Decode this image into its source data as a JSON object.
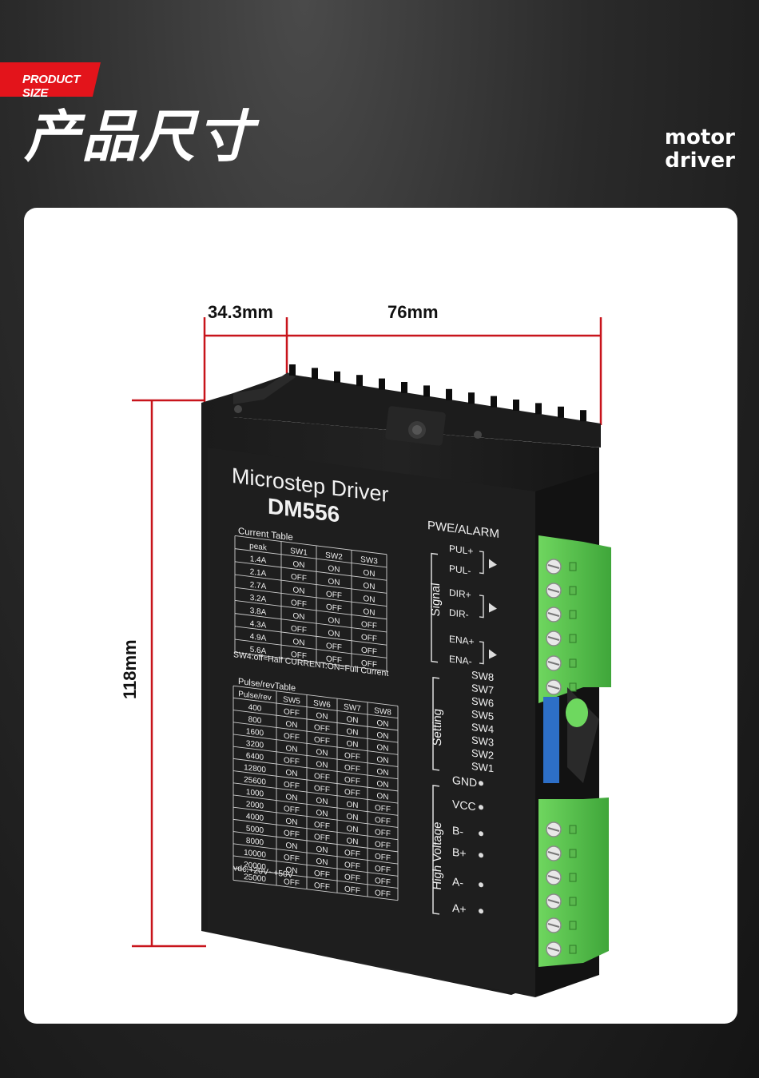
{
  "header": {
    "tag": "PRODUCT SIZE",
    "title": "产品尺寸",
    "side_line1": "motor",
    "side_line2": "driver"
  },
  "dimensions": {
    "width_small": "34.3mm",
    "width_large": "76mm",
    "height": "118mm"
  },
  "device": {
    "title": "Microstep Driver",
    "model": "DM556",
    "status": "PWE/ALARM",
    "current_table": {
      "caption": "Current Table",
      "headers": [
        "peak",
        "SW1",
        "SW2",
        "SW3"
      ],
      "rows": [
        [
          "1.4A",
          "ON",
          "ON",
          "ON"
        ],
        [
          "2.1A",
          "OFF",
          "ON",
          "ON"
        ],
        [
          "2.7A",
          "ON",
          "OFF",
          "ON"
        ],
        [
          "3.2A",
          "OFF",
          "OFF",
          "ON"
        ],
        [
          "3.8A",
          "ON",
          "ON",
          "OFF"
        ],
        [
          "4.3A",
          "OFF",
          "ON",
          "OFF"
        ],
        [
          "4.9A",
          "ON",
          "OFF",
          "OFF"
        ],
        [
          "5.6A",
          "OFF",
          "OFF",
          "OFF"
        ]
      ],
      "note": "SW4:off=Half CURRENT:ON=Full Current"
    },
    "pulse_table": {
      "caption": "Pulse/revTable",
      "headers": [
        "Pulse/rev",
        "SW5",
        "SW6",
        "SW7",
        "SW8"
      ],
      "rows": [
        [
          "400",
          "OFF",
          "ON",
          "ON",
          "ON"
        ],
        [
          "800",
          "ON",
          "OFF",
          "ON",
          "ON"
        ],
        [
          "1600",
          "OFF",
          "OFF",
          "ON",
          "ON"
        ],
        [
          "3200",
          "ON",
          "ON",
          "OFF",
          "ON"
        ],
        [
          "6400",
          "OFF",
          "ON",
          "OFF",
          "ON"
        ],
        [
          "12800",
          "ON",
          "OFF",
          "OFF",
          "ON"
        ],
        [
          "25600",
          "OFF",
          "OFF",
          "OFF",
          "ON"
        ],
        [
          "1000",
          "ON",
          "ON",
          "ON",
          "OFF"
        ],
        [
          "2000",
          "OFF",
          "ON",
          "ON",
          "OFF"
        ],
        [
          "4000",
          "ON",
          "OFF",
          "ON",
          "OFF"
        ],
        [
          "5000",
          "OFF",
          "OFF",
          "ON",
          "OFF"
        ],
        [
          "8000",
          "ON",
          "ON",
          "OFF",
          "OFF"
        ],
        [
          "10000",
          "OFF",
          "ON",
          "OFF",
          "OFF"
        ],
        [
          "20000",
          "ON",
          "OFF",
          "OFF",
          "OFF"
        ],
        [
          "25000",
          "OFF",
          "OFF",
          "OFF",
          "OFF"
        ]
      ],
      "note": "vdc:+20V~+50V"
    },
    "groups": {
      "signal": "Signal",
      "setting": "Setting",
      "high_voltage": "High Voltage"
    },
    "signal_terminals": [
      "PUL+",
      "PUL-",
      "DIR+",
      "DIR-",
      "ENA+",
      "ENA-"
    ],
    "switches": [
      "SW8",
      "SW7",
      "SW6",
      "SW5",
      "SW4",
      "SW3",
      "SW2",
      "SW1"
    ],
    "power_terminals": [
      "GND",
      "VCC",
      "B-",
      "B+",
      "A-",
      "A+"
    ]
  }
}
